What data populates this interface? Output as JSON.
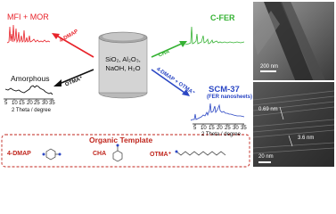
{
  "reactor": {
    "reagents_line1": "SiO₂, Al₂O₃,",
    "reagents_line2": "NaOH, H₂O"
  },
  "products": {
    "mfi_mor": "MFI + MOR",
    "cfer": "C-FER",
    "amorphous": "Amorphous",
    "scm37": "SCM-37",
    "scm37_sub": "(FER nanosheets)"
  },
  "arrows": {
    "left_top": "4-DMAP",
    "left_bottom": "OTMA⁺",
    "right_top": "CHA",
    "right_bottom": "4-DMAP + OTMA⁺"
  },
  "axis": {
    "ticks": [
      "5",
      "10",
      "15",
      "20",
      "25",
      "30",
      "35"
    ],
    "label": "2 Theta / degree"
  },
  "template_box": {
    "title": "Organic Template",
    "items": [
      "4-DMAP",
      "CHA",
      "OTMA⁺"
    ]
  },
  "tem": {
    "top_scale": "200 nm",
    "bottom_scale": "20 nm",
    "spacing_1": "0.69 nm",
    "spacing_2": "3.6 nm"
  },
  "colors": {
    "red": "#e8232a",
    "green": "#35b233",
    "blue": "#2b47c4",
    "black": "#111111",
    "template_title": "#c0261d"
  }
}
